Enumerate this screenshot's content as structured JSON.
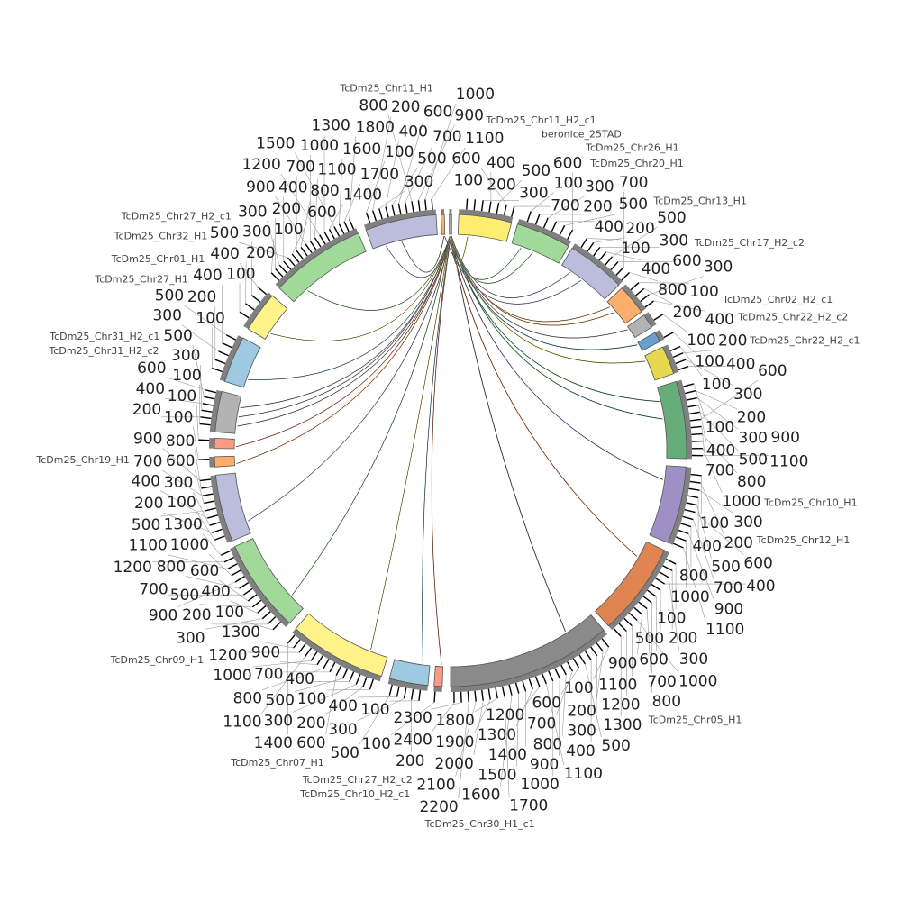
{
  "chart_data": {
    "type": "circos",
    "segments": [
      {
        "name": "TcDm25_Chr11_H2_c1",
        "color": "#fdb462",
        "length": 60,
        "step": 100
      },
      {
        "name": "beronice_25TAD",
        "color": "#b3b3b3",
        "length": 30,
        "step": 100
      },
      {
        "name": "TcDm25_Chr26_H1",
        "color": "#ffed6f",
        "length": 720,
        "step": 100
      },
      {
        "name": "TcDm25_Chr20_H1",
        "color": "#a1d99b",
        "length": 650,
        "step": 100
      },
      {
        "name": "TcDm25_Chr13_H1",
        "color": "#bcbddc",
        "length": 820,
        "step": 100
      },
      {
        "name": "TcDm25_Chr02_H2_c1",
        "color": "#fdae6b",
        "length": 420,
        "step": 100
      },
      {
        "name": "TcDm25_Chr17_H2_c2",
        "color": "#b3b3b3",
        "length": 150,
        "step": 100
      },
      {
        "name": "TcDm25_Chr22_H2_c2",
        "color": "#6a9fcc",
        "length": 120,
        "step": 100
      },
      {
        "name": "TcDm25_Chr22_H2_c1",
        "color": "#e6d84f",
        "length": 430,
        "step": 100
      },
      {
        "name": "TcDm25_Chr10_H1",
        "color": "#67ad7a",
        "length": 1150,
        "step": 100
      },
      {
        "name": "TcDm25_Chr12_H1",
        "color": "#9e8fc4",
        "length": 1120,
        "step": 100
      },
      {
        "name": "TcDm25_Chr05_H1",
        "color": "#e08552",
        "length": 1330,
        "step": 100
      },
      {
        "name": "TcDm25_Chr30_H1_c1",
        "color": "#8a8a8a",
        "length": 2450,
        "step": 100
      },
      {
        "name": "TcDm25_Chr27_H2_c2",
        "color": "#fb9a85",
        "length": 120,
        "step": 100
      },
      {
        "name": "TcDm25_Chr10_H2_c1",
        "color": "#9ecae1",
        "length": 560,
        "step": 100
      },
      {
        "name": "TcDm25_Chr07_H1",
        "color": "#fff38a",
        "length": 1450,
        "step": 100
      },
      {
        "name": "TcDm25_Chr09_H1",
        "color": "#a1d99b",
        "length": 1330,
        "step": 100
      },
      {
        "name": "TcDm25_Chr19_H1",
        "color": "#bcbddc",
        "length": 950,
        "step": 100
      },
      {
        "name": "TcDm25_Chr31_H2_c2",
        "color": "#fdae6b",
        "length": 130,
        "step": 100
      },
      {
        "name": "TcDm25_Chr31_H2_c1",
        "color": "#fb9a85",
        "length": 130,
        "step": 100
      },
      {
        "name": "TcDm25_Chr27_H1",
        "color": "#b3b3b3",
        "length": 640,
        "step": 100
      },
      {
        "name": "TcDm25_Chr01_H1",
        "color": "#9ecae1",
        "length": 560,
        "step": 100
      },
      {
        "name": "TcDm25_Chr27_H2_c1",
        "color": "#fff38a",
        "length": 430,
        "step": 100
      },
      {
        "name": "TcDm25_Chr32_H1",
        "color": "#a1d99b",
        "length": 1850,
        "step": 100
      },
      {
        "name": "TcDm25_Chr11_H1",
        "color": "#bcbddc",
        "length": 1150,
        "step": 100
      }
    ],
    "links": [
      [
        "beronice_25TAD",
        "TcDm25_Chr11_H1"
      ],
      [
        "beronice_25TAD",
        "TcDm25_Chr32_H1"
      ],
      [
        "beronice_25TAD",
        "TcDm25_Chr27_H2_c1"
      ],
      [
        "beronice_25TAD",
        "TcDm25_Chr01_H1"
      ],
      [
        "beronice_25TAD",
        "TcDm25_Chr27_H1"
      ],
      [
        "beronice_25TAD",
        "TcDm25_Chr27_H1"
      ],
      [
        "beronice_25TAD",
        "TcDm25_Chr27_H1"
      ],
      [
        "beronice_25TAD",
        "TcDm25_Chr31_H2_c1"
      ],
      [
        "beronice_25TAD",
        "TcDm25_Chr31_H2_c2"
      ],
      [
        "beronice_25TAD",
        "TcDm25_Chr19_H1"
      ],
      [
        "beronice_25TAD",
        "TcDm25_Chr09_H1"
      ],
      [
        "beronice_25TAD",
        "TcDm25_Chr07_H1"
      ],
      [
        "beronice_25TAD",
        "TcDm25_Chr10_H2_c1"
      ],
      [
        "beronice_25TAD",
        "TcDm25_Chr27_H2_c2"
      ],
      [
        "beronice_25TAD",
        "TcDm25_Chr30_H1_c1"
      ],
      [
        "beronice_25TAD",
        "TcDm25_Chr05_H1"
      ],
      [
        "beronice_25TAD",
        "TcDm25_Chr12_H1"
      ],
      [
        "beronice_25TAD",
        "TcDm25_Chr10_H1"
      ],
      [
        "beronice_25TAD",
        "TcDm25_Chr10_H1"
      ],
      [
        "beronice_25TAD",
        "TcDm25_Chr22_H2_c1"
      ],
      [
        "beronice_25TAD",
        "TcDm25_Chr22_H2_c2"
      ],
      [
        "beronice_25TAD",
        "TcDm25_Chr17_H2_c2"
      ],
      [
        "beronice_25TAD",
        "TcDm25_Chr02_H2_c1"
      ],
      [
        "beronice_25TAD",
        "TcDm25_Chr02_H2_c1"
      ],
      [
        "beronice_25TAD",
        "TcDm25_Chr13_H1"
      ],
      [
        "beronice_25TAD",
        "TcDm25_Chr20_H1"
      ],
      [
        "beronice_25TAD",
        "TcDm25_Chr20_H1"
      ],
      [
        "beronice_25TAD",
        "TcDm25_Chr26_H1"
      ],
      [
        "TcDm25_Chr11_H2_c1",
        "TcDm25_Chr11_H1"
      ],
      [
        "TcDm25_Chr11_H2_c1",
        "TcDm25_Chr13_H1"
      ]
    ]
  }
}
